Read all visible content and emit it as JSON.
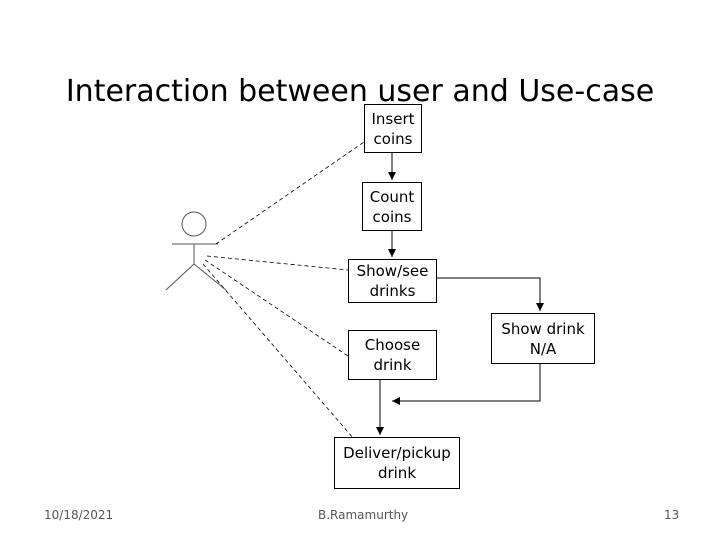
{
  "title": "Interaction between user and Use-case",
  "use_cases": {
    "insert_coins": "Insert\ncoins",
    "count_coins": "Count\ncoins",
    "show_see_drinks": "Show/see\ndrinks",
    "choose_drink": "Choose\ndrink",
    "show_drink_na": "Show drink\nN/A",
    "deliver_pickup": "Deliver/pickup\ndrink"
  },
  "footer": {
    "date": "10/18/2021",
    "author": "B.Ramamurthy",
    "page_number": "13"
  }
}
